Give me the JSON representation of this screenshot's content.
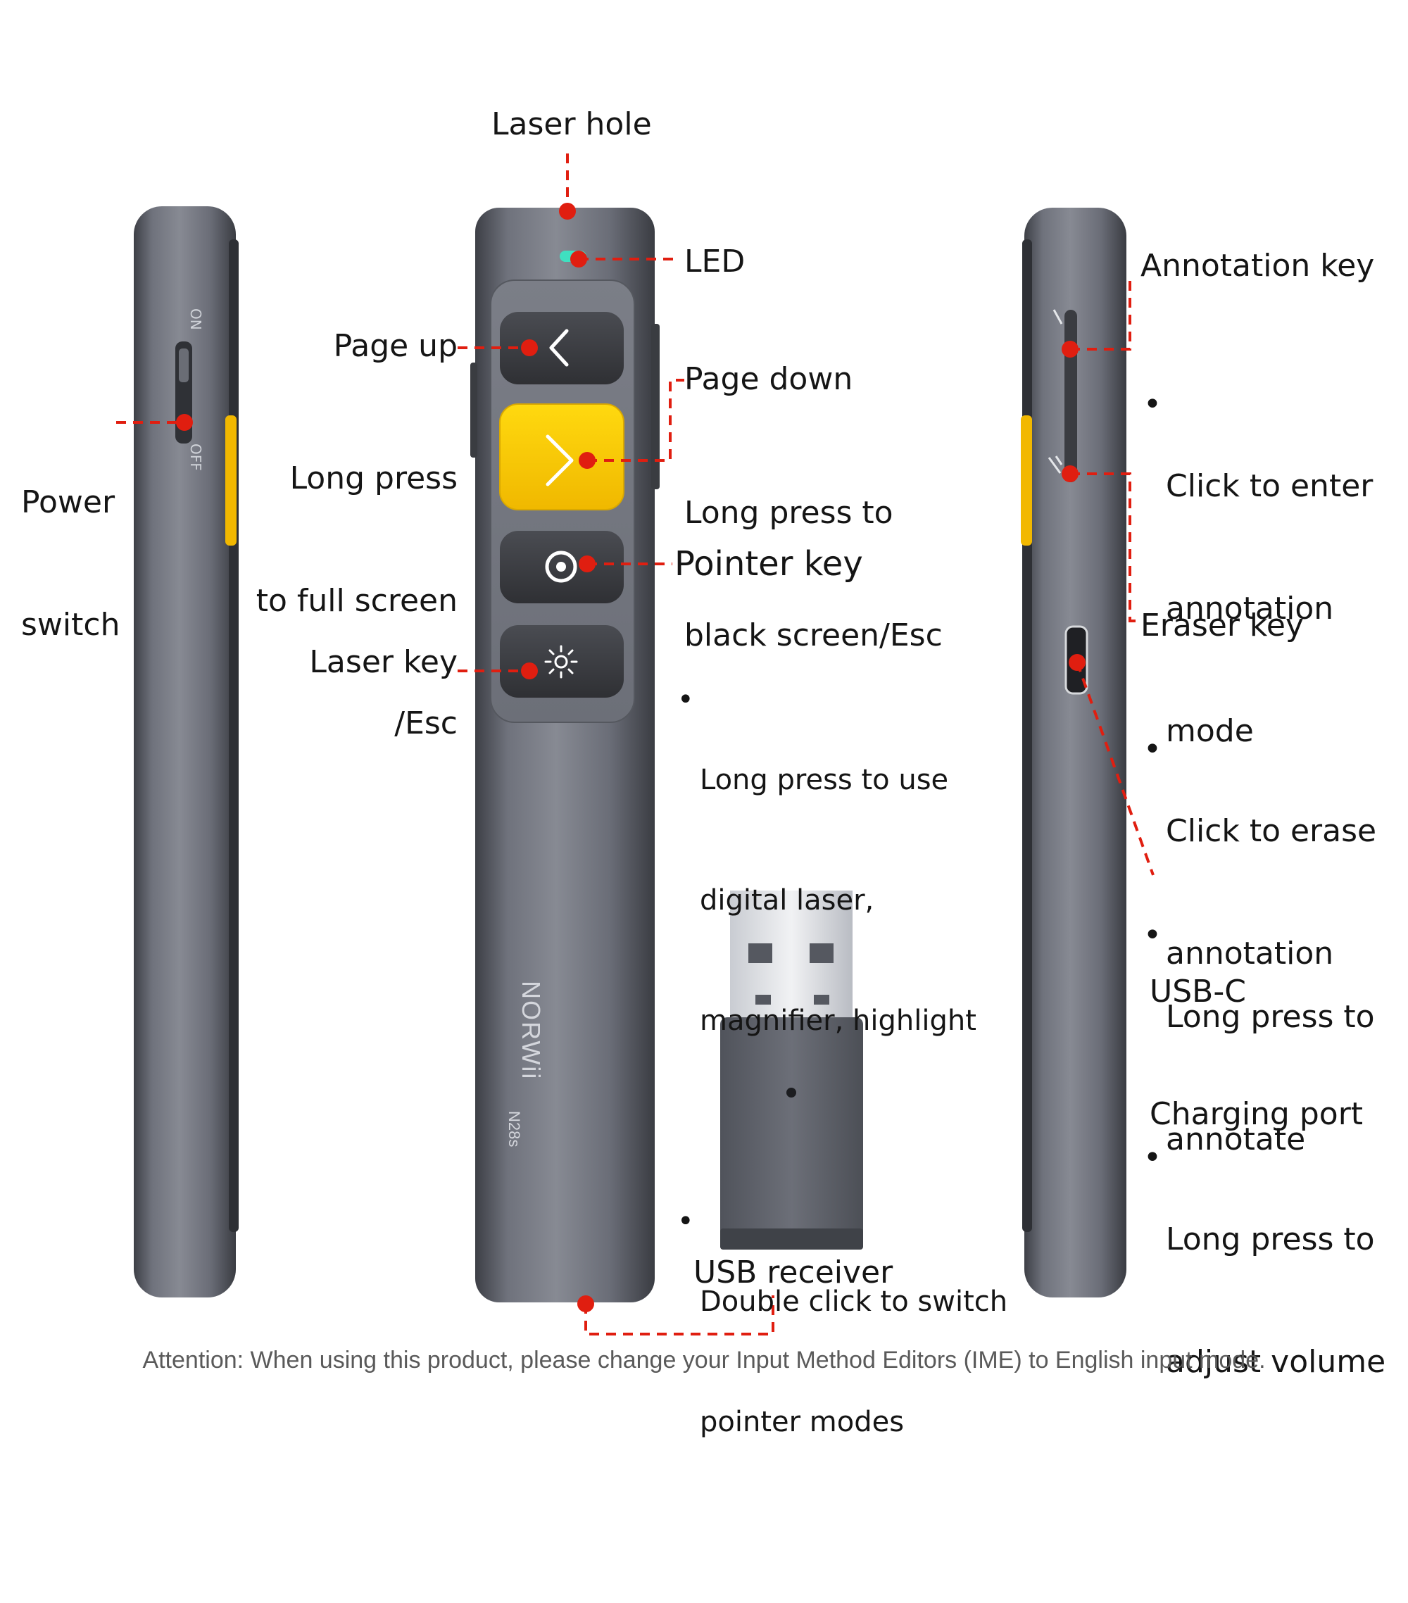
{
  "product": {
    "brand": "NORWii",
    "model": "N28s",
    "switch_on": "ON",
    "switch_off": "OFF"
  },
  "labels": {
    "laser_hole": "Laser hole",
    "led": "LED",
    "power_switch": [
      "Power",
      "switch"
    ],
    "page_up": "Page up",
    "page_up_long": [
      "Long press",
      "to full screen",
      "/Esc"
    ],
    "page_down": "Page down",
    "page_down_long": [
      "Long press to",
      "black screen/Esc"
    ],
    "pointer_key": "Pointer key",
    "pointer_bullets": [
      [
        "Long press to use",
        "digital laser,",
        "magnifier, highlight"
      ],
      [
        "Double click to switch",
        "pointer modes"
      ]
    ],
    "laser_key": "Laser key",
    "annotation_key": "Annotation key",
    "annotation_bullets": [
      [
        "Click to enter",
        "annotation",
        "mode"
      ],
      [
        "Long press to",
        "annotate"
      ]
    ],
    "eraser_key": "Eraser key",
    "eraser_bullets": [
      [
        "Click to erase",
        "annotation"
      ],
      [
        "Long press to",
        "adjust volume"
      ]
    ],
    "usb_c": [
      "USB-C",
      "Charging port"
    ],
    "usb_receiver": "USB receiver"
  },
  "footer": "Attention: When using this product, please change your Input Method Editors (IME) to English input mode.",
  "colors": {
    "accent_dot": "#e01e10",
    "button_yellow": "#f5c400",
    "body_gray": "#6b6e78",
    "led_green": "#3fe0c0"
  }
}
